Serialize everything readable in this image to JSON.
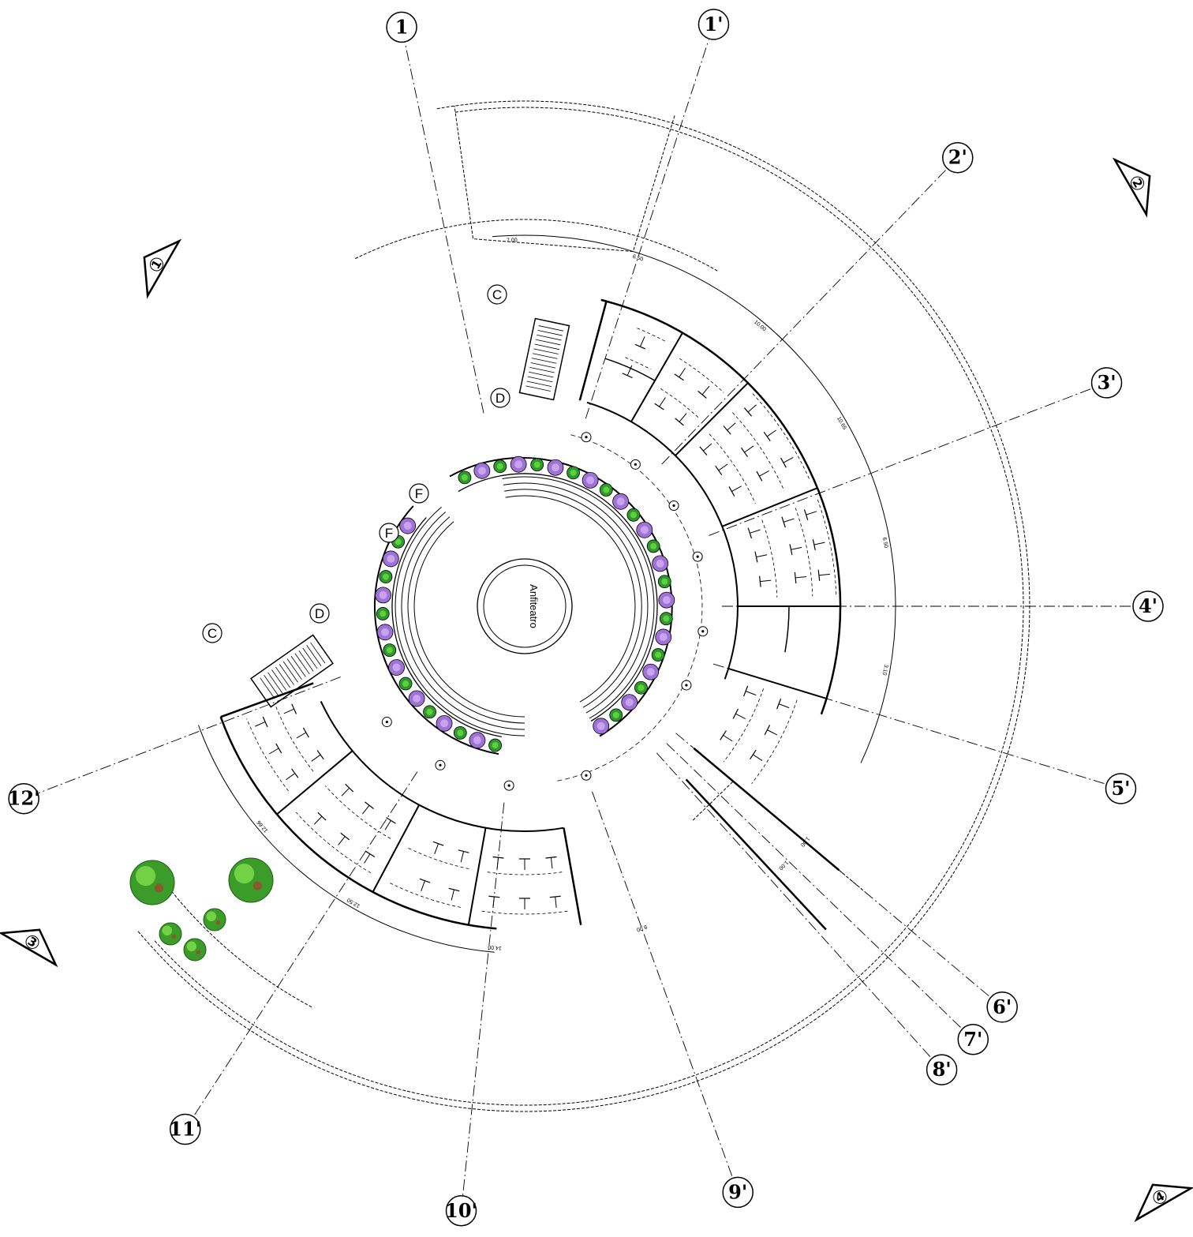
{
  "center_label": "Anfiteatro",
  "axes": [
    {
      "label": "1",
      "angle": 258
    },
    {
      "label": "1'",
      "angle": 288
    },
    {
      "label": "2'",
      "angle": 314
    },
    {
      "label": "3'",
      "angle": 339
    },
    {
      "label": "4'",
      "angle": 0
    },
    {
      "label": "5'",
      "angle": 17
    },
    {
      "label": "6'",
      "angle": 40
    },
    {
      "label": "7'",
      "angle": 44
    },
    {
      "label": "8'",
      "angle": 48
    },
    {
      "label": "9'",
      "angle": 70
    },
    {
      "label": "10'",
      "angle": 96
    },
    {
      "label": "11'",
      "angle": 123
    },
    {
      "label": "12'",
      "angle": 159
    }
  ],
  "row_markers": [
    "C",
    "D",
    "F",
    "F",
    "D",
    "C"
  ],
  "section_markers": [
    "1",
    "2",
    "3",
    "4"
  ],
  "dimensions": [
    "7.00",
    "6.50",
    "10.00",
    "10.65",
    "6.50",
    "3.10",
    "1.00",
    "1.00",
    "9.00",
    "14.00",
    "12.50",
    "12.66"
  ]
}
